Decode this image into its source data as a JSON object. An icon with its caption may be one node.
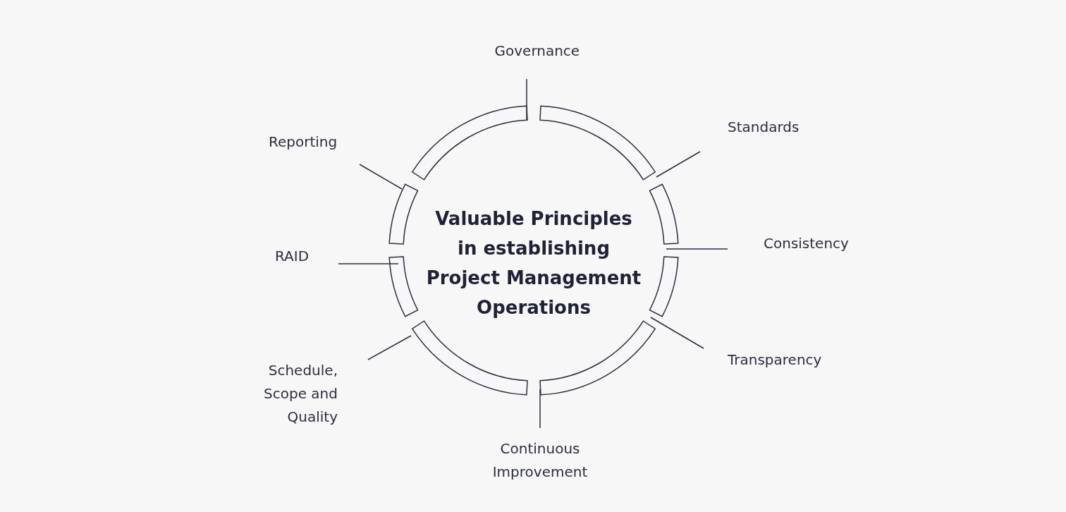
{
  "diagram": {
    "title": "Valuable Principles in establishing Project Management Operations",
    "nodes": [
      {
        "text": [
          "Governance"
        ]
      },
      {
        "text": [
          "Standards"
        ]
      },
      {
        "text": [
          "Reporting"
        ]
      },
      {
        "text": [
          "Consistency"
        ]
      },
      {
        "text": [
          "RAID"
        ]
      },
      {
        "text": [
          "Transparency"
        ]
      },
      {
        "text": [
          "Schedule, Scope and Quality"
        ]
      },
      {
        "text": [
          "Continuous Improvement"
        ]
      },
      {
        "text": [],
        "shape": "arc"
      },
      {
        "text": [],
        "shape": "arc"
      },
      {
        "text": [],
        "shape": "arc"
      },
      {
        "text": [],
        "shape": "arc"
      },
      {
        "text": [],
        "shape": "arc"
      },
      {
        "text": [],
        "shape": "arc"
      },
      {
        "text": [],
        "shape": "arc"
      },
      {
        "text": [],
        "shape": "arc"
      }
    ],
    "edges": [
      {
        "from": 0,
        "to": 8,
        "arrow": "none"
      },
      {
        "from": 1,
        "to": 9,
        "arrow": "none"
      },
      {
        "from": 2,
        "to": 10,
        "arrow": "none"
      },
      {
        "from": 3,
        "to": 11,
        "arrow": "none"
      },
      {
        "from": 4,
        "to": 12,
        "arrow": "none"
      },
      {
        "from": 5,
        "to": 13,
        "arrow": "none"
      },
      {
        "from": 6,
        "to": 14,
        "arrow": "none"
      },
      {
        "from": 7,
        "to": 15,
        "arrow": "none"
      }
    ]
  }
}
